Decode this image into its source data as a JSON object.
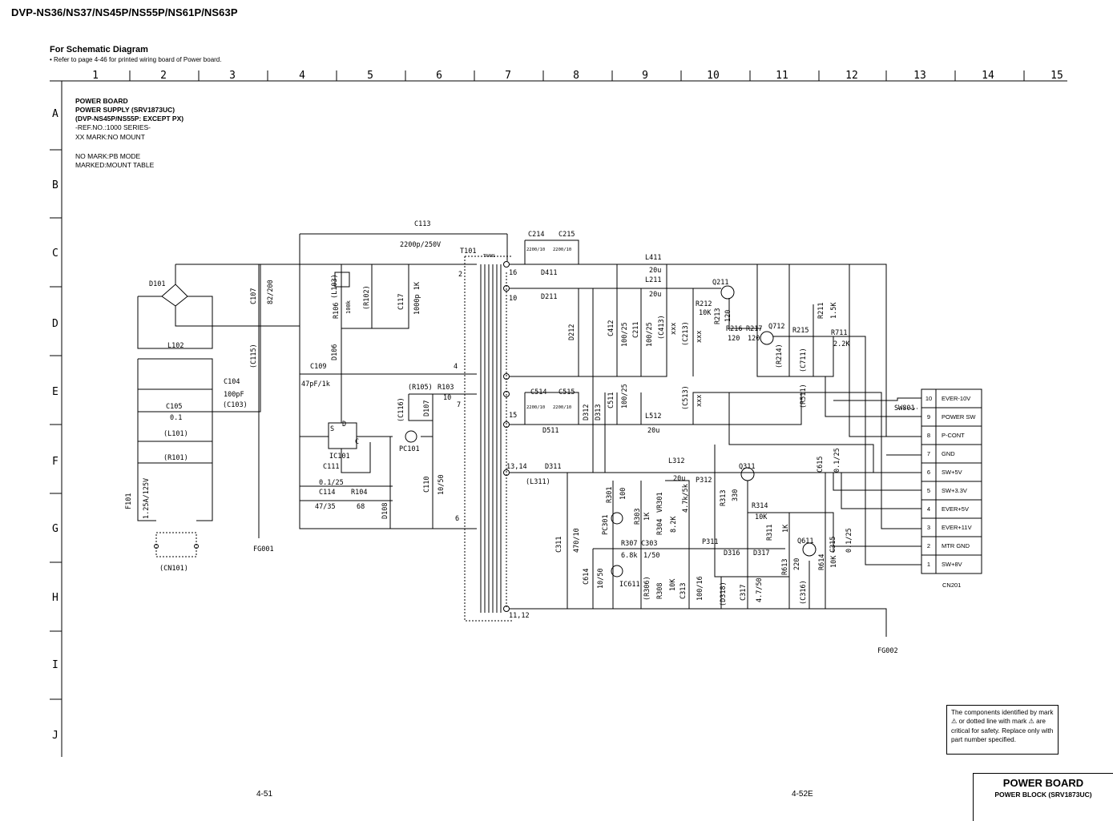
{
  "model_title": "DVP-NS36/NS37/NS45P/NS55P/NS61P/NS63P",
  "section_title": "For Schematic Diagram",
  "section_note": "• Refer to page 4-46 for printed wiring board of Power board.",
  "column_numbers": [
    "1",
    "2",
    "3",
    "4",
    "5",
    "6",
    "7",
    "8",
    "9",
    "10",
    "11",
    "12",
    "13",
    "14",
    "15"
  ],
  "row_letters": [
    "A",
    "B",
    "C",
    "D",
    "E",
    "F",
    "G",
    "H",
    "I",
    "J"
  ],
  "header_block": {
    "line1": "POWER BOARD",
    "line2": "POWER SUPPLY (SRV1873UC)",
    "line3": "(DVP-NS45P/NS55P: EXCEPT PX)",
    "line4": "-REF.NO.:1000 SERIES-",
    "line5": "XX MARK:NO MOUNT",
    "line6": "NO MARK:PB MODE",
    "line7": "MARKED:MOUNT TABLE"
  },
  "components": {
    "d101": "D101",
    "l102": "L102",
    "c105": "C105",
    "c105v": "0.1",
    "l101": "(L101)",
    "r101": "(R101)",
    "f101": "F101",
    "f101v": "1.25A/125V",
    "cn101": "(CN101)",
    "c104": "C104",
    "c104v": "100pF",
    "c103": "(C103)",
    "c115": "(C115)",
    "c107": "C107",
    "c107v": "82/200",
    "fg001": "FG001",
    "c113": "C113",
    "c113v": "2200p/250V",
    "l103": "(L103)",
    "r106": "R106",
    "r106v": "100k",
    "r102": "(R102)",
    "c117": "C117",
    "c117v": "1000p 1K",
    "d106": "D106",
    "c109": "C109",
    "c109v": "47pF/1k",
    "r105": "(R105)",
    "r103": "R103",
    "r103v": "10",
    "c116": "(C116)",
    "d107": "D107",
    "ic101": "IC101",
    "pc101": "PC101",
    "c111": "C111",
    "c111v": "0.1/25",
    "c114": "C114",
    "c114v": "47/35",
    "r104": "R104",
    "r104v": "68",
    "d108": "D108",
    "c110": "C110",
    "c110v": "10/50",
    "t101": "T101",
    "trans": "TRANS",
    "c214": "C214",
    "c215": "C215",
    "c214v": "2200/10",
    "c215v": "2200/10",
    "d411": "D411",
    "d211": "D211",
    "d212": "D212",
    "c412": "C412",
    "c412v": "100/25",
    "c211": "C211",
    "c211v": "100/25",
    "c413": "(C413)",
    "c413v": "xxx",
    "l411": "L411",
    "l411v": "20u",
    "l211": "L211",
    "l211v": "20u",
    "c213": "(C213)",
    "c213v": "xxx",
    "q211": "Q211",
    "r212": "R212",
    "r212v": "10K",
    "r213": "R213",
    "r213v": "120",
    "r216": "R216",
    "r217": "R217",
    "r216v": "120",
    "r217v": "120",
    "q712": "Q712",
    "r214": "(R214)",
    "r215": "R215",
    "r211": "R211",
    "r211v": "1.5K",
    "r711": "R711",
    "r711v": "2.2K",
    "c711": "(C711)",
    "r511": "(R511)",
    "c514": "C514",
    "c515": "C515",
    "c514v": "2200/10",
    "c515v": "2200/10",
    "d511": "D511",
    "d312": "D312",
    "d313": "D313",
    "c511": "C511",
    "c511v": "100/25",
    "l512": "L512",
    "l512v": "20u",
    "c513": "(C513)",
    "c513v": "xxx",
    "d311": "D311",
    "l311": "(L311)",
    "l312": "L312",
    "l312v": "20u",
    "p312": "P312",
    "q311": "Q311",
    "r313": "R313",
    "r313v": "330",
    "r314": "R314",
    "r314v": "10K",
    "c615": "C615",
    "c615v": "0.1/25",
    "r301": "R301",
    "r301v": "100",
    "pc301": "PC301",
    "r303": "R303",
    "r303v": "1K",
    "vr301": "VR301",
    "vr301v": "4.7k/5k",
    "r304": "R304",
    "r304v": "8.2K",
    "c311": "C311",
    "c311v": "470/10",
    "r307": "R307",
    "r307v": "6.8k",
    "c303": "C303",
    "c303v": "1/50",
    "p311": "P311",
    "d316": "D316",
    "d317": "D317",
    "r311": "R311",
    "r311v": "1K",
    "q611": "Q611",
    "r613": "R613",
    "r613v": "220",
    "r614": "R614",
    "r614v": "10K",
    "c315": "C315",
    "c315v": "0.1/25",
    "c614": "C614",
    "c614v": "10/50",
    "ic611": "IC611",
    "r306": "(R306)",
    "r308": "R308",
    "r308v": "10K",
    "c313": "C313",
    "c313v": "100/16",
    "d318": "(D318)",
    "c317": "C317",
    "c317v": "4.7/50",
    "c316": "(C316)",
    "sw801": "SW801",
    "fg002": "FG002",
    "cn201": "CN201"
  },
  "transformer_pins": [
    "2",
    "16",
    "10",
    "4",
    "7",
    "15",
    "13,14",
    "6",
    "11,12"
  ],
  "connector_pins": [
    {
      "num": "10",
      "sig": "EVER-10V"
    },
    {
      "num": "9",
      "sig": "POWER SW"
    },
    {
      "num": "8",
      "sig": "P-CONT"
    },
    {
      "num": "7",
      "sig": "GND"
    },
    {
      "num": "6",
      "sig": "SW+5V"
    },
    {
      "num": "5",
      "sig": "SW+3.3V"
    },
    {
      "num": "4",
      "sig": "EVER+5V"
    },
    {
      "num": "3",
      "sig": "EVER+11V"
    },
    {
      "num": "2",
      "sig": "MTR GND"
    },
    {
      "num": "1",
      "sig": "SW+8V"
    }
  ],
  "safety_note": "The components identified by mark ⚠ or dotted line with mark ⚠ are critical for safety. Replace only with part number specified.",
  "page_left": "4-51",
  "page_right": "4-52E",
  "title_block": {
    "line1": "POWER BOARD",
    "line2": "POWER BLOCK (SRV1873UC)"
  }
}
